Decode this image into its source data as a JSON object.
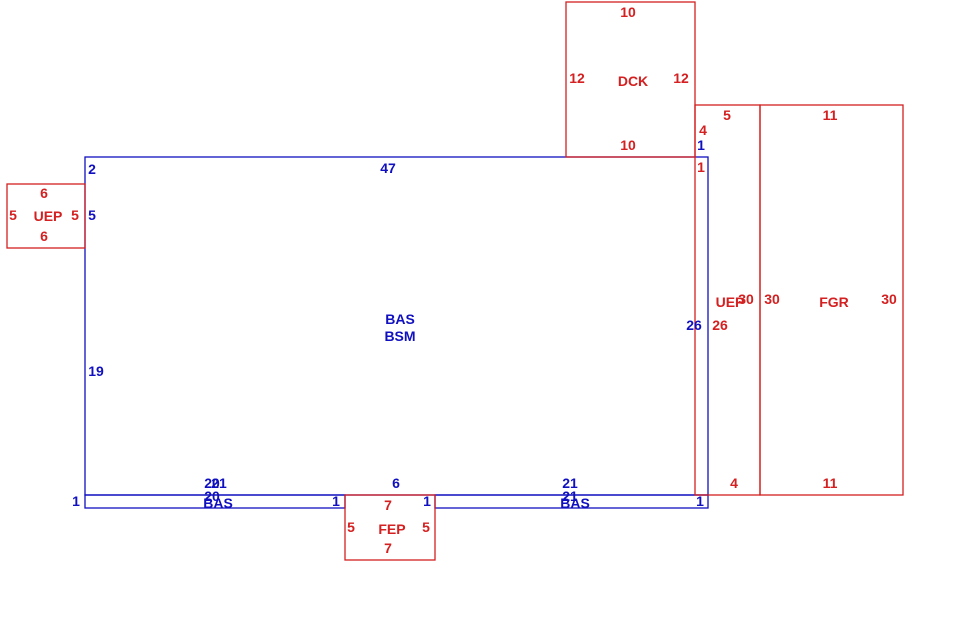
{
  "colors": {
    "living": "#1010c0",
    "exterior": "#d42020"
  },
  "areas": {
    "main": {
      "codes": [
        "BAS",
        "BSM"
      ],
      "dims": {
        "top": "47",
        "left": "19",
        "right": "26",
        "bottom": "6",
        "corner_tl": "2",
        "left_upper": "5",
        "right_upper": "1",
        "right_lower": "1"
      },
      "bottom_left_dims": {
        "a": "20",
        "b": "21"
      },
      "bottom_right_dims": {
        "a": "21"
      }
    },
    "bas_strip_left": {
      "code": "BAS",
      "dims": {
        "top_a": "20",
        "left": "1",
        "right": "1"
      }
    },
    "bas_strip_right": {
      "code": "BAS",
      "dims": {
        "top_a": "21",
        "left": "1",
        "right": "1"
      }
    },
    "uep_left": {
      "code": "UEP",
      "dims": {
        "top": "6",
        "bottom": "6",
        "left": "5",
        "right": "5"
      }
    },
    "dck": {
      "code": "DCK",
      "dims": {
        "top": "10",
        "bottom": "10",
        "left": "12",
        "right": "12"
      }
    },
    "uep_right": {
      "code": "UEP",
      "dims": {
        "top": "5",
        "bottom": "4",
        "left": "26",
        "right": "30",
        "upper": "4",
        "upper_b": "1"
      }
    },
    "fgr": {
      "code": "FGR",
      "dims": {
        "top": "11",
        "bottom": "11",
        "left": "30",
        "right": "30"
      }
    },
    "fep": {
      "code": "FEP",
      "dims": {
        "top": "7",
        "bottom": "7",
        "left": "5",
        "right": "5"
      }
    }
  }
}
